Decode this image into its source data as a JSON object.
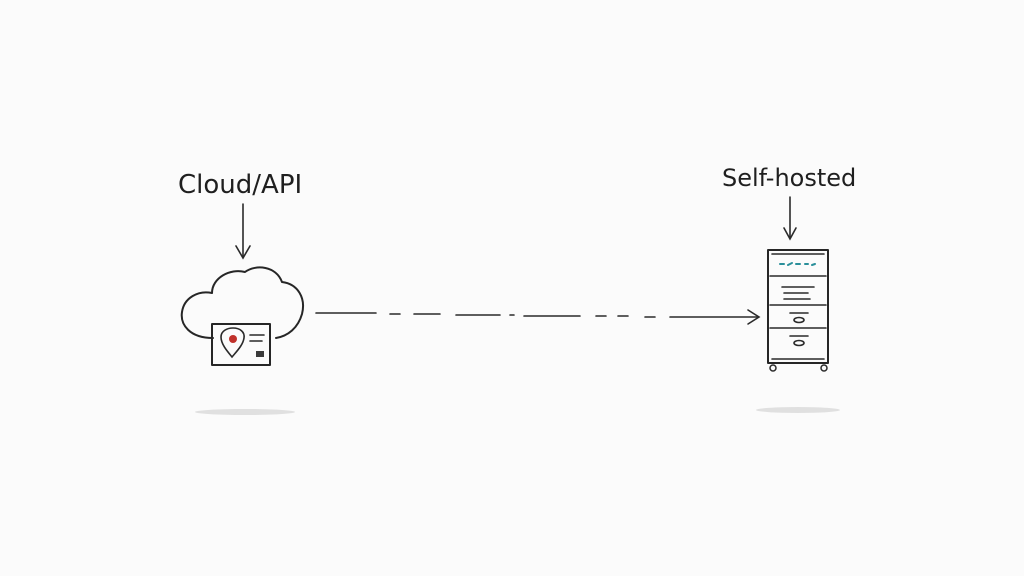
{
  "diagram": {
    "left_node": {
      "label": "Cloud/API",
      "icon": "cloud-icon"
    },
    "right_node": {
      "label": "Self-hosted",
      "icon": "server-icon"
    },
    "connector": {
      "style": "dashed",
      "direction": "left-to-right"
    },
    "colors": {
      "ink": "#262626",
      "accent_red": "#c0312b",
      "accent_teal": "#2a8f9a",
      "background": "#fbfbfb"
    }
  }
}
